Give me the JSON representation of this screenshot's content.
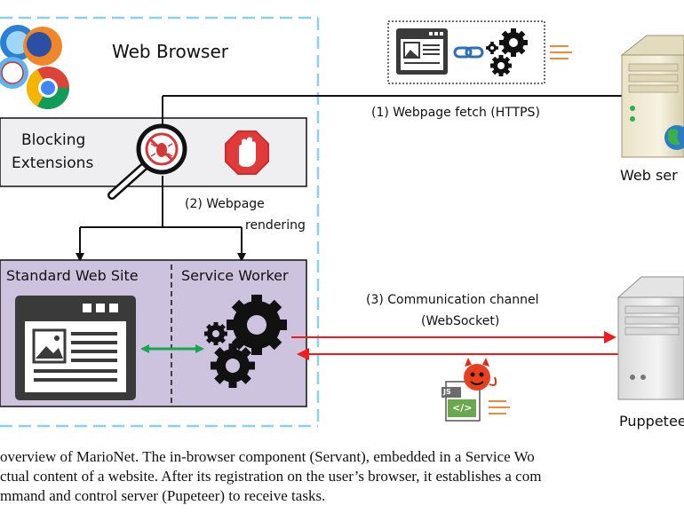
{
  "browser": {
    "title": "Web Browser",
    "blocking_extensions_line1": "Blocking",
    "blocking_extensions_line2": "Extensions",
    "standard_site_label": "Standard Web Site",
    "service_worker_label": "Service Worker"
  },
  "servers": {
    "web_server_label": "Web ser",
    "puppeteer_label": "Puppetee"
  },
  "arrows": {
    "fetch_label": "(1) Webpage fetch (HTTPS)",
    "rendering_line1": "(2) Webpage",
    "rendering_line2": "rendering",
    "channel_line1": "(3) Communication channel",
    "channel_line2": "(WebSocket)"
  },
  "icons": {
    "js_file_badge": "JS",
    "js_file_code": "</>"
  },
  "caption": {
    "line1": "overview of MarioNet. The in-browser component (Servant), embedded in a Service Wo",
    "line2": "ctual content of a website. After its registration on the user’s browser, it establishes a com",
    "line3": "mmand and control server (Pupeteer) to receive tasks."
  },
  "colors": {
    "browser_border": "#8ed0e8",
    "extension_box_fill": "#efeff1",
    "site_box_fill": "#cdc3df",
    "red_arrow": "#ee1c1c",
    "green_arrow": "#1aa54f",
    "stop_sign": "#e23a3a",
    "accent_orange": "#f08a3a"
  }
}
